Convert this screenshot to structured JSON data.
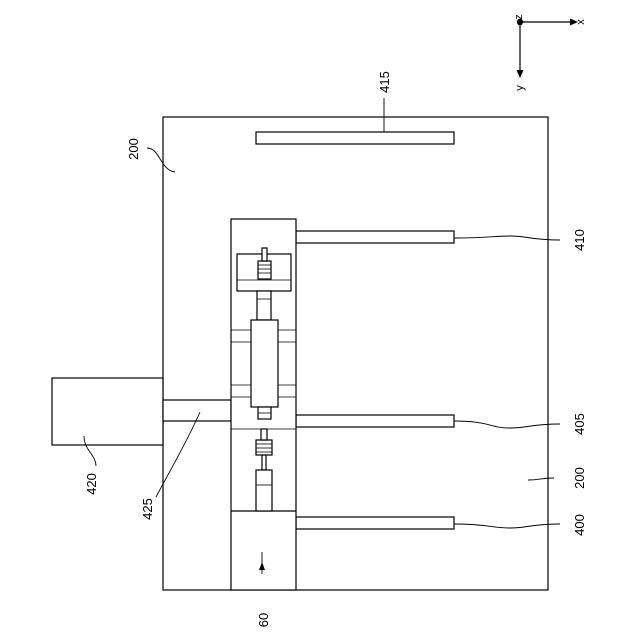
{
  "axes": {
    "z": "z",
    "x": "x",
    "y": "y"
  },
  "labels": {
    "l200a": "200",
    "l200b": "200",
    "l415": "415",
    "l410": "410",
    "l405": "405",
    "l400": "400",
    "l420": "420",
    "l425": "425",
    "l60": "60"
  }
}
